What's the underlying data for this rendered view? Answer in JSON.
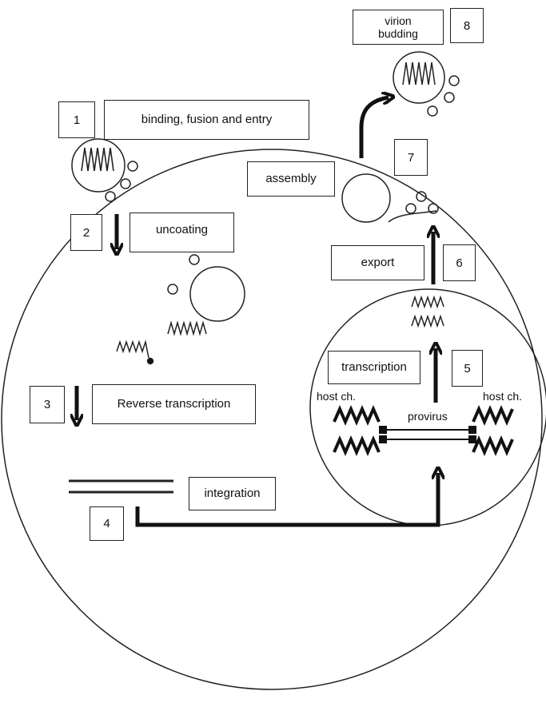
{
  "colors": {
    "stroke": "#111111",
    "background": "#ffffff"
  },
  "steps": [
    {
      "number": "1",
      "label": "binding, fusion and entry"
    },
    {
      "number": "2",
      "label": "uncoating"
    },
    {
      "number": "3",
      "label": "Reverse transcription"
    },
    {
      "number": "4",
      "label": "integration"
    },
    {
      "number": "5",
      "label": "transcription"
    },
    {
      "number": "6",
      "label": "export"
    },
    {
      "number": "7",
      "label": "assembly"
    },
    {
      "number": "8",
      "label": "virion budding"
    }
  ],
  "nucleus_labels": {
    "host_left": "host ch.",
    "host_right": "host ch.",
    "provirus": "provirus"
  }
}
